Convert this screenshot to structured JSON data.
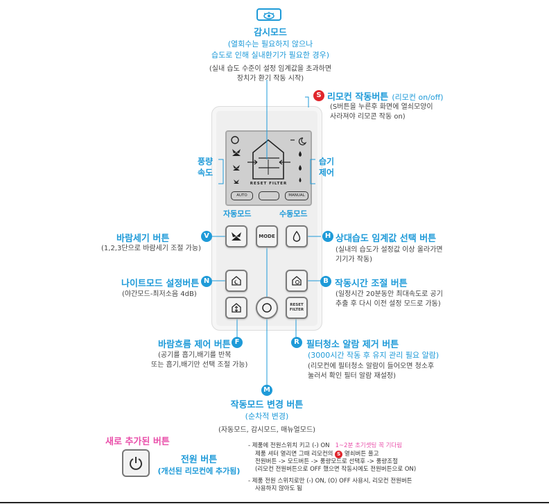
{
  "monitor": {
    "title": "감시모드",
    "sub1": "(열회수는 필요하지 않으나",
    "sub2": "습도로 인해 실내환기가 필요한 경우)",
    "desc1": "(실내 습도 수준이 설정 임계값을 초과하면",
    "desc2": "장치가 환기 작동 시작)"
  },
  "remote_btn": {
    "badge": "S",
    "title": "리모컨 작동버튼",
    "paren": "(리모컨 on/off)",
    "desc1": "(S버튼을 누른후 화면에 열쇠모양이",
    "desc2": "사라져야 리모콘 작동 on)"
  },
  "fan_speed": {
    "l1": "풍량",
    "l2": "속도"
  },
  "humid_ctrl": {
    "l1": "습기",
    "l2": "제어"
  },
  "auto_mode": "자동모드",
  "manual_mode": "수동모드",
  "lcd": {
    "reset_filter": "RESET FILTER",
    "auto": "AUTO",
    "manual": "MANUAL"
  },
  "v_btn": {
    "badge": "V",
    "title": "바람세기 버튼",
    "desc": "(1,2,3단으로 바람세기 조절 가능)"
  },
  "h_btn": {
    "badge": "H",
    "title": "상대습도 임계값 선택 버튼",
    "desc1": "(실내의 습도가 설정값 이상 올라가면",
    "desc2": "기기가 작동)"
  },
  "n_btn": {
    "badge": "N",
    "title": "나이트모드 설정버튼",
    "desc": "(야간모드-최저소음 4dB)"
  },
  "b_btn": {
    "badge": "B",
    "title": "작동시간 조절 버튼",
    "desc1": "(일정시간 20분동안 최대속도로 공기",
    "desc2": "추출 후 다시 이전 설정 모드로 가동)"
  },
  "f_btn": {
    "badge": "F",
    "title": "바람흐름 제어 버튼",
    "desc1": "(공기를 흡기,배기를 반복",
    "desc2": "또는 흡기,배기만 선택 조절 가능)"
  },
  "r_btn": {
    "badge": "R",
    "title": "필터청소 알람 제거 버튼",
    "sub": "(3000시간 작동 후 유지 관리 필요 알람)",
    "desc1": "(리모컨에 필터청소 알람이 들어오면 청소후",
    "desc2": "눌러서 확인 필터 알람 재설정)"
  },
  "m_btn": {
    "badge": "M",
    "title": "작동모드 변경 버튼",
    "sub": "(순차적 변경)",
    "desc": "(자동모드, 감시모드, 매뉴얼모드)"
  },
  "remote_labels": {
    "mode": "MODE",
    "reset1": "RESET",
    "reset2": "FILTER"
  },
  "new_btn": {
    "heading": "새로 추가된 버튼",
    "title": "전원 버튼",
    "sub": "(개선된 리모컨에 추가됨)"
  },
  "notes": {
    "n1a": "- 제품에 전원스위치 키고 (-) ON",
    "n1b": "1~2분 초기셋팅 꼭 기다림",
    "n2a": "제품 셔터 열리면 그때 리모컨의",
    "n2badge": "S",
    "n2b": "열쇠버튼 풀고",
    "n3": "전원버튼 -> 모드버튼 -> 풍량모드로 선택후 -> 풍량조절",
    "n4": "(리모컨 전원버튼으로 OFF 했으면 작동시에도 전원버튼으로 ON)",
    "n5": "- 제품 전원 스위치로만 (-) ON, (O) OFF 사용시, 리모컨 전원버튼",
    "n6": "사용하지 않아도 됨"
  },
  "colors": {
    "accent": "#1e9ad8",
    "badge_red": "#e0262c",
    "pink": "#e94ea9"
  }
}
